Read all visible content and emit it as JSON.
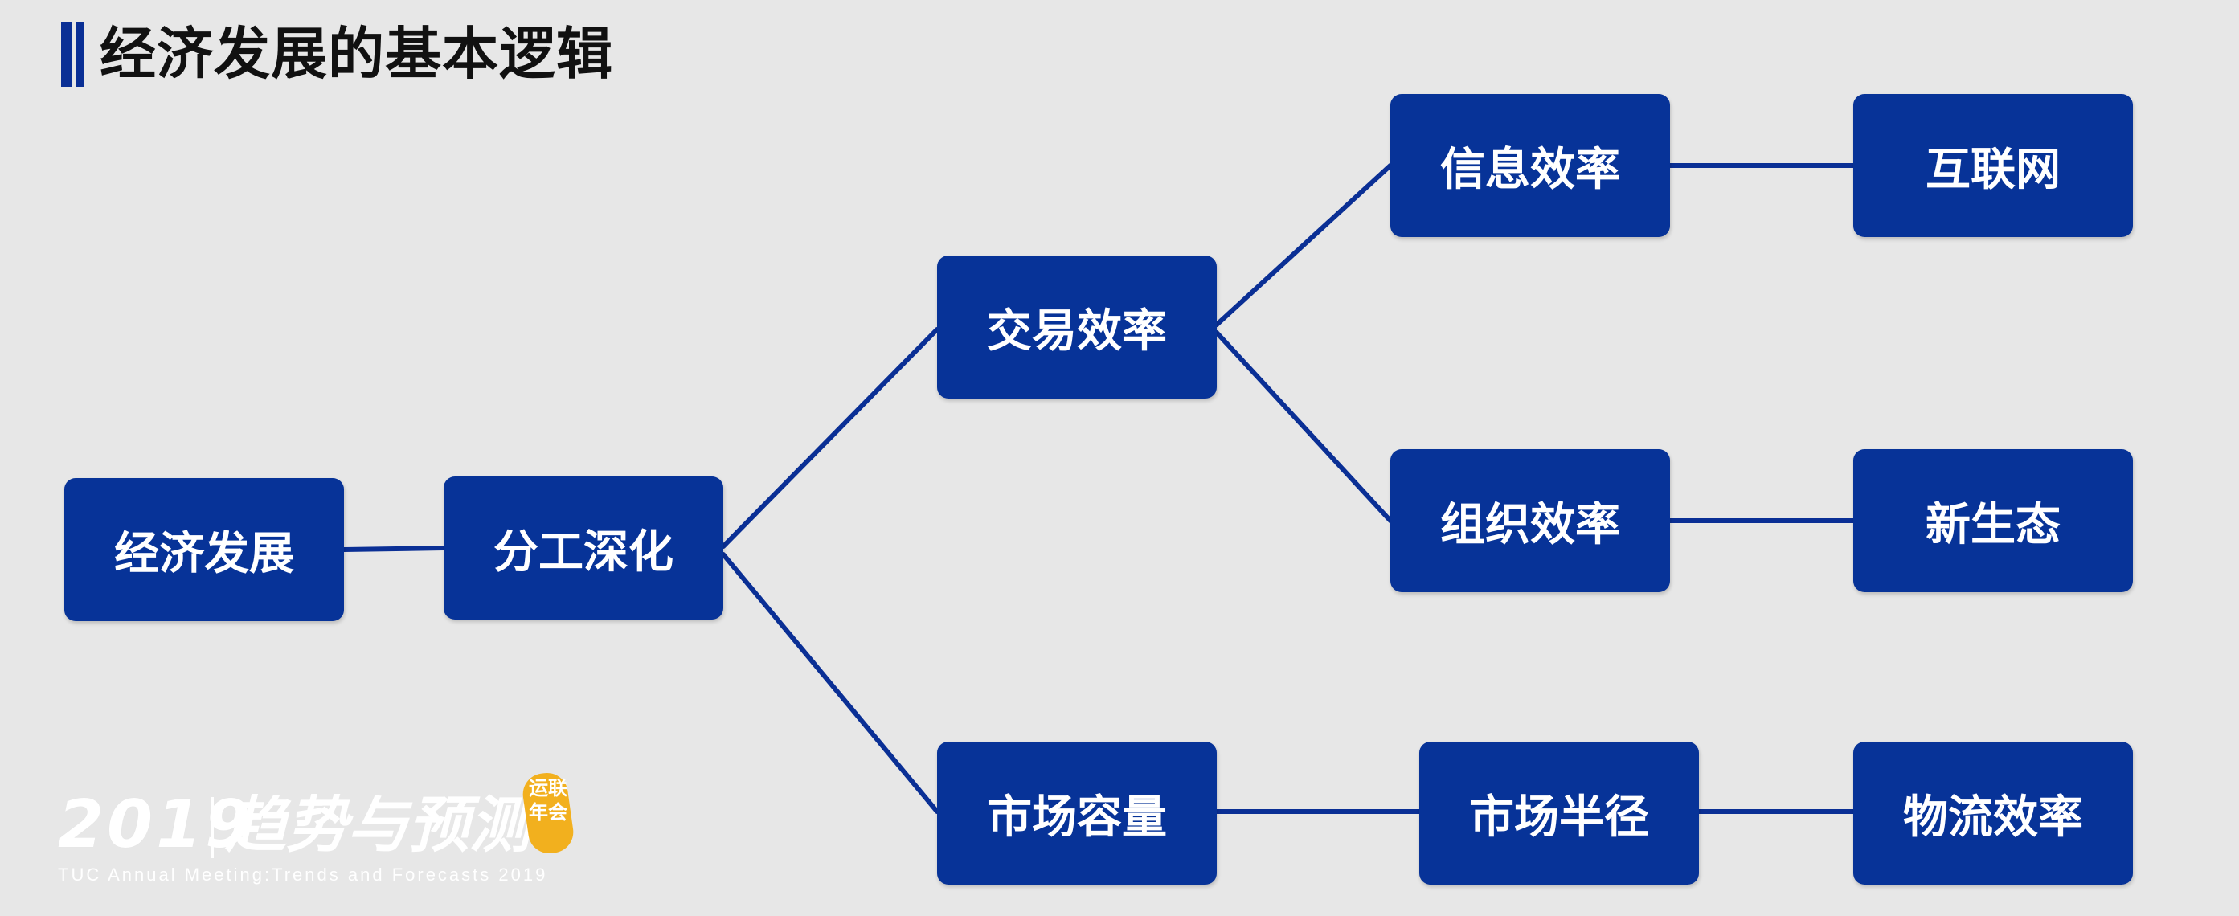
{
  "title": "经济发展的基本逻辑",
  "nodes": {
    "economic_development": "经济发展",
    "division_of_labor": "分工深化",
    "transaction_efficiency": "交易效率",
    "information_efficiency": "信息效率",
    "internet": "互联网",
    "organization_efficiency": "组织效率",
    "new_ecology": "新生态",
    "market_capacity": "市场容量",
    "market_radius": "市场半径",
    "logistics_efficiency": "物流效率"
  },
  "footer": {
    "year": "2019",
    "theme": "趋势与预测",
    "badge": "运联年会",
    "subtitle": "TUC Annual Meeting:Trends and Forecasts 2019"
  },
  "colors": {
    "node_fill": "#073398",
    "line": "#0a2f95",
    "background": "#e7e7e7",
    "badge": "#f2b01e"
  }
}
